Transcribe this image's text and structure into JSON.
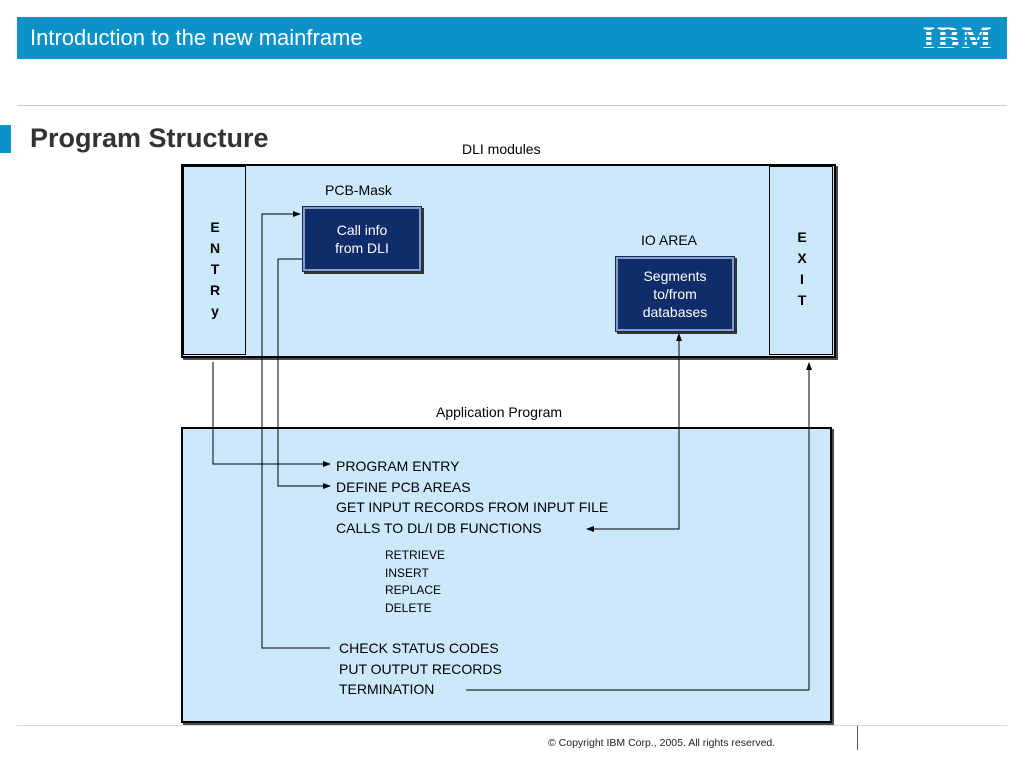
{
  "header": {
    "title": "Introduction to the new mainframe",
    "logo_text": "IBM"
  },
  "page_title": "Program Structure",
  "diagram": {
    "dli_label": "DLI modules",
    "pcb_mask_label": "PCB-Mask",
    "call_info_text": "Call info\nfrom DLI",
    "io_area_label": "IO AREA",
    "segments_text": "Segments\nto/from\ndatabases",
    "entry_letters": [
      "E",
      "N",
      "T",
      "R",
      "y"
    ],
    "exit_letters": [
      "E",
      "X",
      "I",
      "T"
    ],
    "app_label": "Application Program",
    "steps_group1": [
      "PROGRAM ENTRY",
      "DEFINE PCB AREAS",
      "GET INPUT RECORDS FROM INPUT FILE",
      "CALLS TO DL/I DB FUNCTIONS"
    ],
    "db_functions": [
      "RETRIEVE",
      "INSERT",
      "REPLACE",
      "DELETE"
    ],
    "steps_group2": [
      "CHECK STATUS CODES",
      "PUT OUTPUT RECORDS",
      "TERMINATION"
    ]
  },
  "footer": {
    "copyright": "© Copyright IBM Corp., 2005. All rights reserved."
  },
  "colors": {
    "header_blue": "#0a92c9",
    "box_fill": "#cce8fb",
    "navy": "#0f2d6b"
  }
}
